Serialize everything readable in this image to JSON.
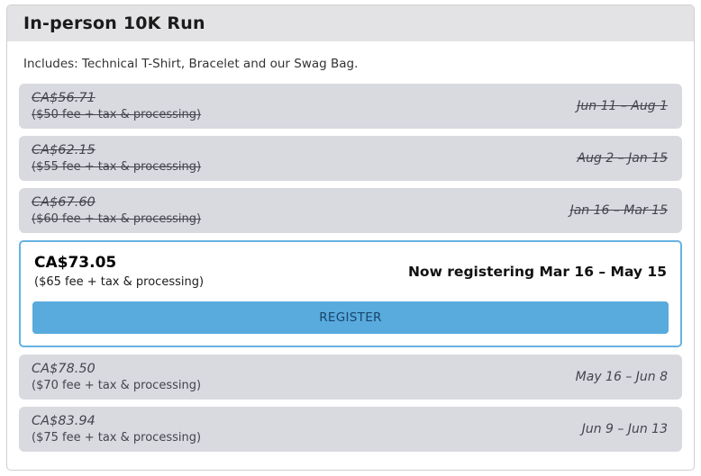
{
  "header": {
    "title": "In-person 10K Run"
  },
  "description": "Includes: Technical T-Shirt, Bracelet and our Swag Bag.",
  "tiers": [
    {
      "price": "CA$56.71",
      "fee": "($50 fee + tax & processing)",
      "dates": "Jun 11 – Aug 1",
      "status": "past"
    },
    {
      "price": "CA$62.15",
      "fee": "($55 fee + tax & processing)",
      "dates": "Aug 2 – Jan 15",
      "status": "past"
    },
    {
      "price": "CA$67.60",
      "fee": "($60 fee + tax & processing)",
      "dates": "Jan 16 – Mar 15",
      "status": "past"
    },
    {
      "price": "CA$73.05",
      "fee": "($65 fee + tax & processing)",
      "dates": "Now registering Mar 16 – May 15",
      "status": "active",
      "button_label": "REGISTER"
    },
    {
      "price": "CA$78.50",
      "fee": "($70 fee + tax & processing)",
      "dates": "May 16 – Jun 8",
      "status": "future"
    },
    {
      "price": "CA$83.94",
      "fee": "($75 fee + tax & processing)",
      "dates": "Jun 9 – Jun 13",
      "status": "future"
    }
  ],
  "colors": {
    "header_band": "#e3e3e5",
    "tier_background": "#d9d9e0",
    "active_border": "#66b2e2",
    "button_background": "#59aadd",
    "button_text": "#17466b"
  }
}
